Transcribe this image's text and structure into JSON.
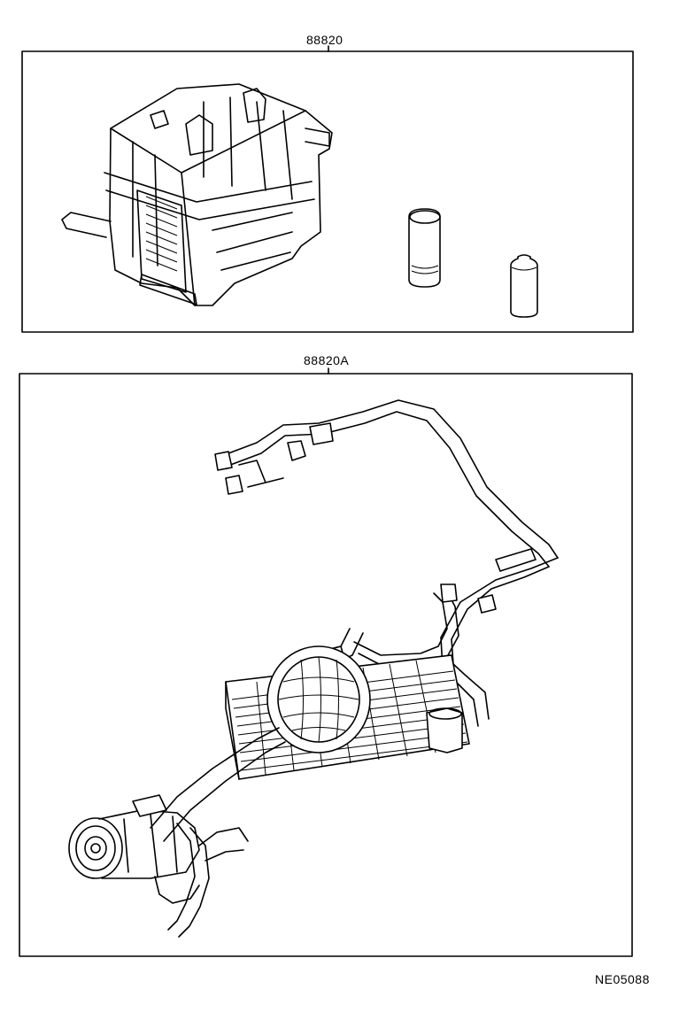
{
  "labels": {
    "kit_top": "88820",
    "kit_bottom": "88820A",
    "figure_code": "NE05088"
  },
  "icons": {
    "top_box": [
      "evaporator-unit-icon",
      "receiver-drier-icon",
      "refrigerant-bottle-icon"
    ],
    "bottom_box": [
      "ac-piping-kit-icon",
      "compressor-icon",
      "condenser-icon",
      "cooling-fan-icon"
    ]
  }
}
